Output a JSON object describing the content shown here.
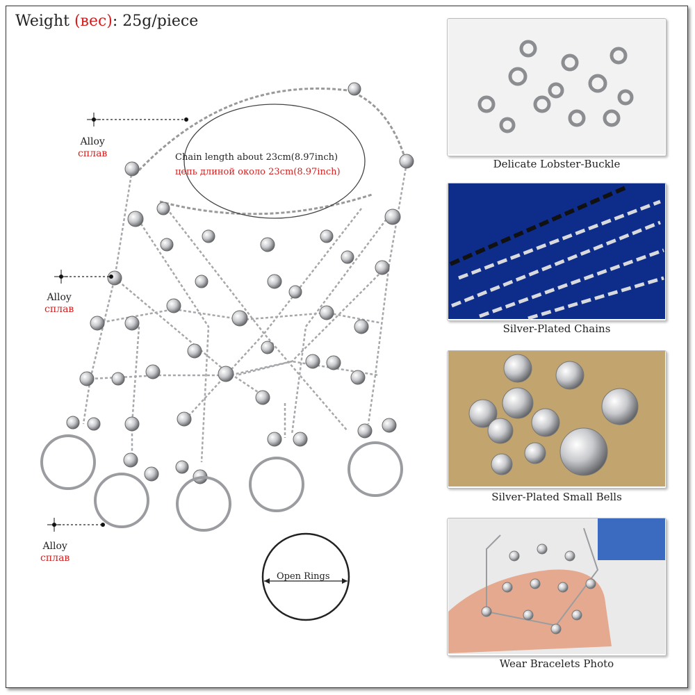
{
  "weight": {
    "prefix": "Weight ",
    "ru": "(вес)",
    "suffix": ": 25g/piece"
  },
  "labels": {
    "alloy_en": "Alloy",
    "alloy_ru": "сплав"
  },
  "chain_length": {
    "en": "Chain length about 23cm(8.97inch)",
    "ru": "цепь длиной около 23cm(8.97inch)"
  },
  "open_rings": "Open Rings",
  "panels": [
    {
      "caption": "Delicate Lobster-Buckle",
      "image": "lobster-clasps-photo"
    },
    {
      "caption": "Silver-Plated Chains",
      "image": "silver-chains-photo"
    },
    {
      "caption": "Silver-Plated Small Bells",
      "image": "silver-bells-photo"
    },
    {
      "caption": "Wear Bracelets Photo",
      "image": "worn-bracelet-photo"
    }
  ],
  "colors": {
    "red": "#d21f1f",
    "silver": "#c9cbce",
    "border": "#333333"
  }
}
